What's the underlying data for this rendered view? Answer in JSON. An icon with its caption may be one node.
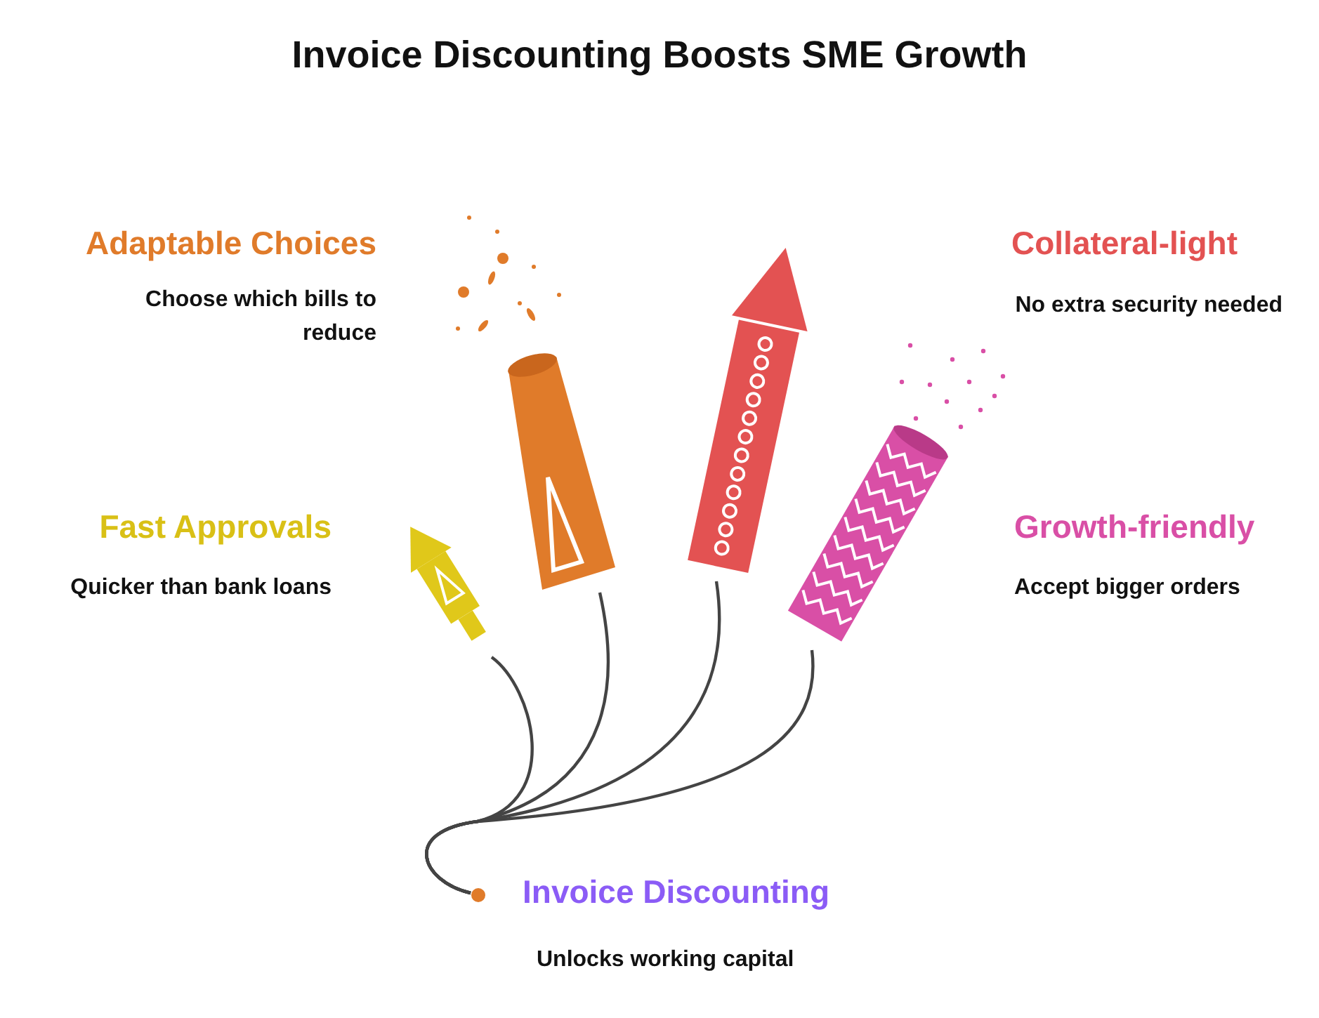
{
  "diagram": {
    "title": "Invoice Discounting Boosts SME Growth",
    "nodes": [
      {
        "text": [],
        "shape": "circle",
        "beside": [
          "Invoice Discounting",
          "Unlocks working capital"
        ]
      },
      {
        "text": [],
        "shape": "picture",
        "beside": [
          "Fast Approvals",
          "Quicker than bank loans"
        ]
      },
      {
        "text": [],
        "shape": "picture",
        "beside": [
          "Adaptable Choices",
          "Choose which bills to reduce"
        ]
      },
      {
        "text": [],
        "shape": "picture",
        "beside": [
          "Collateral-light",
          "No extra security needed"
        ]
      },
      {
        "text": [],
        "shape": "picture",
        "beside": [
          "Growth-friendly",
          "Accept bigger orders"
        ]
      }
    ],
    "edges": [
      {
        "from": 0,
        "to": 1,
        "arrow": "none"
      },
      {
        "from": 0,
        "to": 2,
        "arrow": "none"
      },
      {
        "from": 0,
        "to": 3,
        "arrow": "none"
      },
      {
        "from": 0,
        "to": 4,
        "arrow": "none"
      }
    ]
  }
}
